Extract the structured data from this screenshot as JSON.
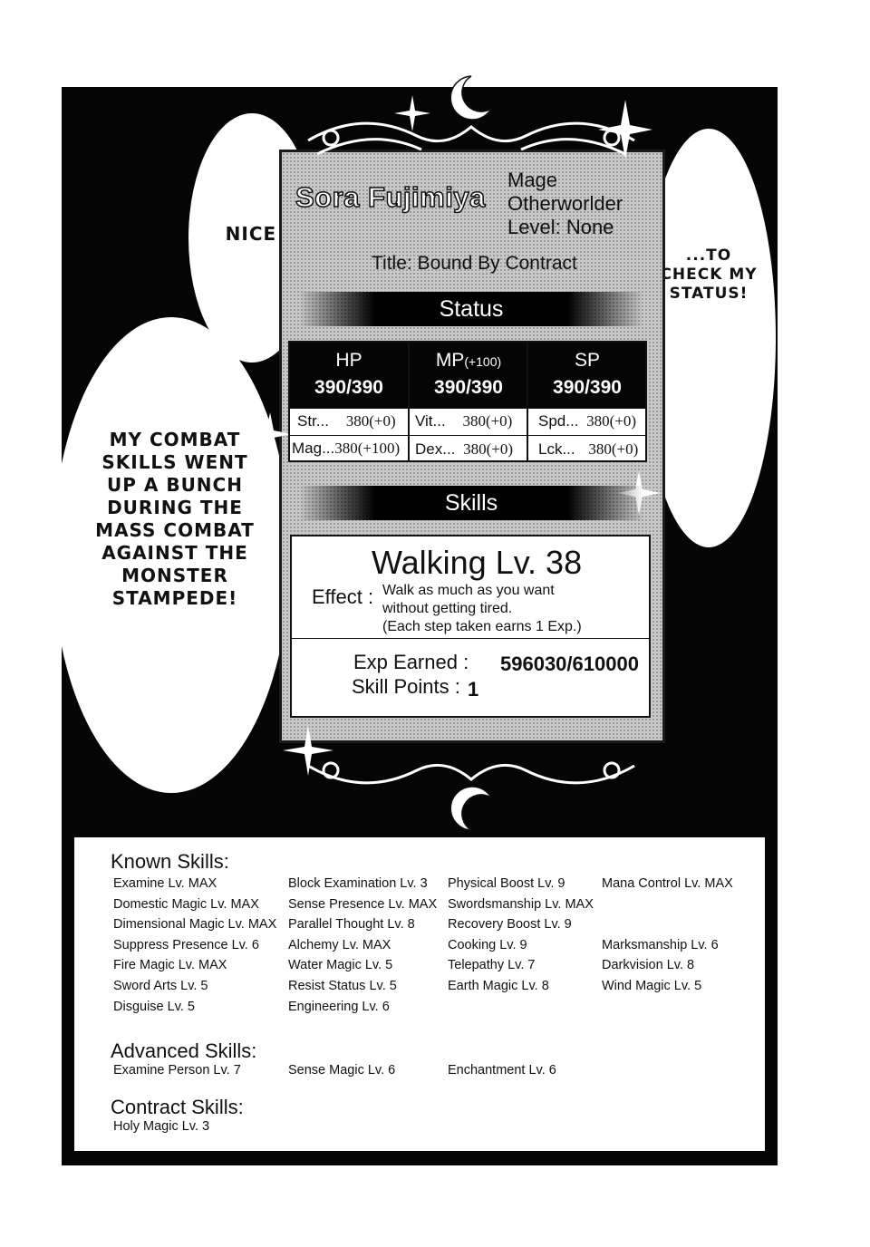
{
  "bubbles": {
    "nice": "NICE!",
    "combat": "MY COMBAT SKILLS WENT UP A BUNCH DURING THE MASS COMBAT AGAINST THE MONSTER STAMPEDE!",
    "status": "...TO CHECK MY STATUS!"
  },
  "profile": {
    "name": "Sora Fujimiya",
    "class": "Mage",
    "race": "Otherworlder",
    "level": "Level: None",
    "title": "Title: Bound By Contract"
  },
  "status": {
    "header": "Status",
    "hp_label": "HP",
    "hp_value": "390/390",
    "mp_label": "MP",
    "mp_bonus": "(+100)",
    "mp_value": "390/390",
    "sp_label": "SP",
    "sp_value": "390/390",
    "attributes": [
      {
        "label": "Str...",
        "value": "380(+0)"
      },
      {
        "label": "Vit...",
        "value": "380(+0)"
      },
      {
        "label": "Spd...",
        "value": "380(+0)"
      },
      {
        "label": "Mag...",
        "value": "380(+100)"
      },
      {
        "label": "Dex...",
        "value": "380(+0)"
      },
      {
        "label": "Lck...",
        "value": "380(+0)"
      }
    ]
  },
  "skill_detail": {
    "header": "Skills",
    "name": "Walking Lv. 38",
    "effect_label": "Effect :",
    "effect_line1": "Walk as much as you want",
    "effect_line2": "without getting tired.",
    "effect_line3": "(Each step taken earns 1 Exp.)",
    "exp_label": "Exp Earned :",
    "exp_value": "596030/610000",
    "points_label": "Skill Points :",
    "points_value": "1"
  },
  "skill_lists": {
    "known_header": "Known Skills:",
    "known": [
      "Examine Lv. MAX",
      "Block Examination Lv. 3",
      "Physical Boost Lv. 9",
      "Mana Control Lv. MAX",
      "Domestic Magic Lv. MAX",
      "Sense Presence Lv. MAX",
      "Swordsmanship Lv. MAX",
      "Dimensional Magic Lv. MAX",
      "Parallel Thought Lv. 8",
      "Recovery Boost Lv. 9",
      "Suppress Presence Lv. 6",
      "Alchemy Lv. MAX",
      "Cooking Lv. 9",
      "Marksmanship Lv. 6",
      "Fire Magic Lv. MAX",
      "Water Magic Lv. 5",
      "Telepathy Lv. 7",
      "Darkvision Lv. 8",
      "Sword Arts Lv. 5",
      "Resist Status Lv. 5",
      "Earth Magic Lv. 8",
      "Wind Magic Lv. 5",
      "Disguise Lv. 5",
      "Engineering Lv. 6"
    ],
    "advanced_header": "Advanced Skills:",
    "advanced": [
      "Examine Person Lv. 7",
      "Sense Magic Lv. 6",
      "Enchantment Lv. 6"
    ],
    "contract_header": "Contract Skills:",
    "contract": [
      "Holy Magic Lv. 3"
    ]
  }
}
